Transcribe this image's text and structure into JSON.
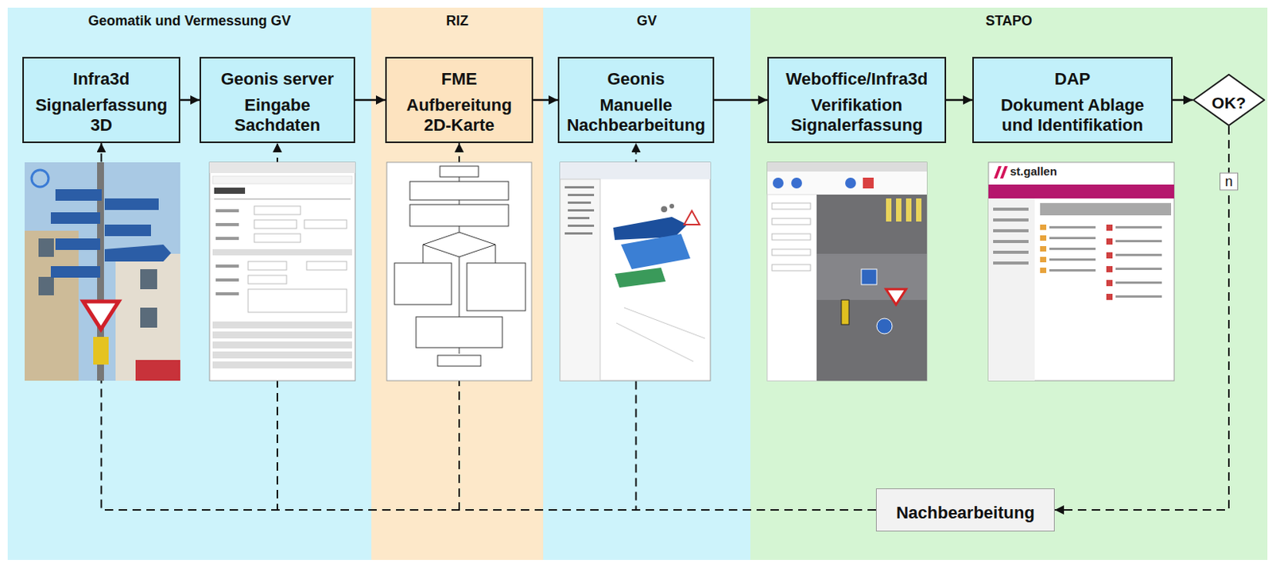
{
  "diagram": {
    "nodes": [
      {
        "text": [
          "Geomatik und Vermessung GV"
        ]
      },
      {
        "text": [
          "RIZ"
        ]
      },
      {
        "text": [
          "GV"
        ]
      },
      {
        "text": [
          "STAPO"
        ]
      },
      {
        "text": [
          "Infra3d",
          "Signalerfassung 3D"
        ],
        "in": 0
      },
      {
        "text": [
          "Geonis server",
          "Eingabe Sachdaten"
        ],
        "in": 0
      },
      {
        "text": [
          "FME",
          "Aufbereitung 2D-Karte"
        ],
        "in": 1
      },
      {
        "text": [
          "Geonis",
          "Manuelle Nachbearbeitung"
        ],
        "in": 2
      },
      {
        "text": [
          "Weboffice/Infra3d",
          "Verifikation Signalerfassung"
        ],
        "in": 3
      },
      {
        "text": [
          "DAP",
          "Dokument Ablage und Identifikation"
        ],
        "in": 3
      },
      {
        "text": [
          "OK?"
        ],
        "in": 3
      },
      {
        "text": [
          "Nachbearbeitung"
        ],
        "in": 3
      }
    ],
    "edges": [
      {
        "from": 4,
        "to": 5,
        "arrow": "to"
      },
      {
        "from": 5,
        "to": 6,
        "arrow": "to"
      },
      {
        "from": 6,
        "to": 7,
        "arrow": "to"
      },
      {
        "from": 7,
        "to": 8,
        "arrow": "to"
      },
      {
        "from": 8,
        "to": 9,
        "arrow": "to"
      },
      {
        "from": 9,
        "to": 10,
        "arrow": "to"
      },
      {
        "from": 10,
        "to": 11,
        "label": "n",
        "arrow": "to"
      },
      {
        "from": 11,
        "to": 4,
        "arrow": "to"
      },
      {
        "from": 11,
        "to": 5,
        "arrow": "to"
      },
      {
        "from": 11,
        "to": 6,
        "arrow": "to"
      },
      {
        "from": 11,
        "to": 7,
        "arrow": "to"
      }
    ],
    "labels": [
      "st.gallen"
    ]
  }
}
